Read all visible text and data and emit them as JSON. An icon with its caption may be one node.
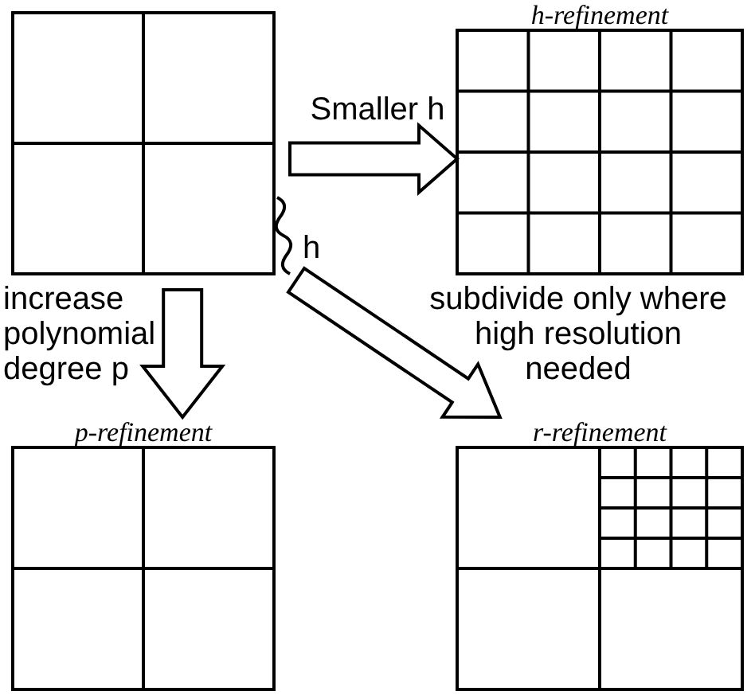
{
  "diagram": {
    "nodes": [
      {
        "text": [],
        "shape": "box"
      },
      {
        "text": [
          "h-refinement"
        ]
      },
      {
        "text": [
          "p-refinement"
        ]
      },
      {
        "text": [
          "r-refinement"
        ]
      }
    ],
    "edges": [
      {
        "from": 0,
        "to": 1,
        "arrow": "to",
        "label": "Smaller h"
      },
      {
        "from": 0,
        "to": 2,
        "arrow": "to",
        "label": "increase polynomial degree p"
      },
      {
        "from": 0,
        "to": 3,
        "arrow": "to",
        "label": "subdivide only where high resolution needed"
      }
    ],
    "labels": [
      "h"
    ]
  }
}
